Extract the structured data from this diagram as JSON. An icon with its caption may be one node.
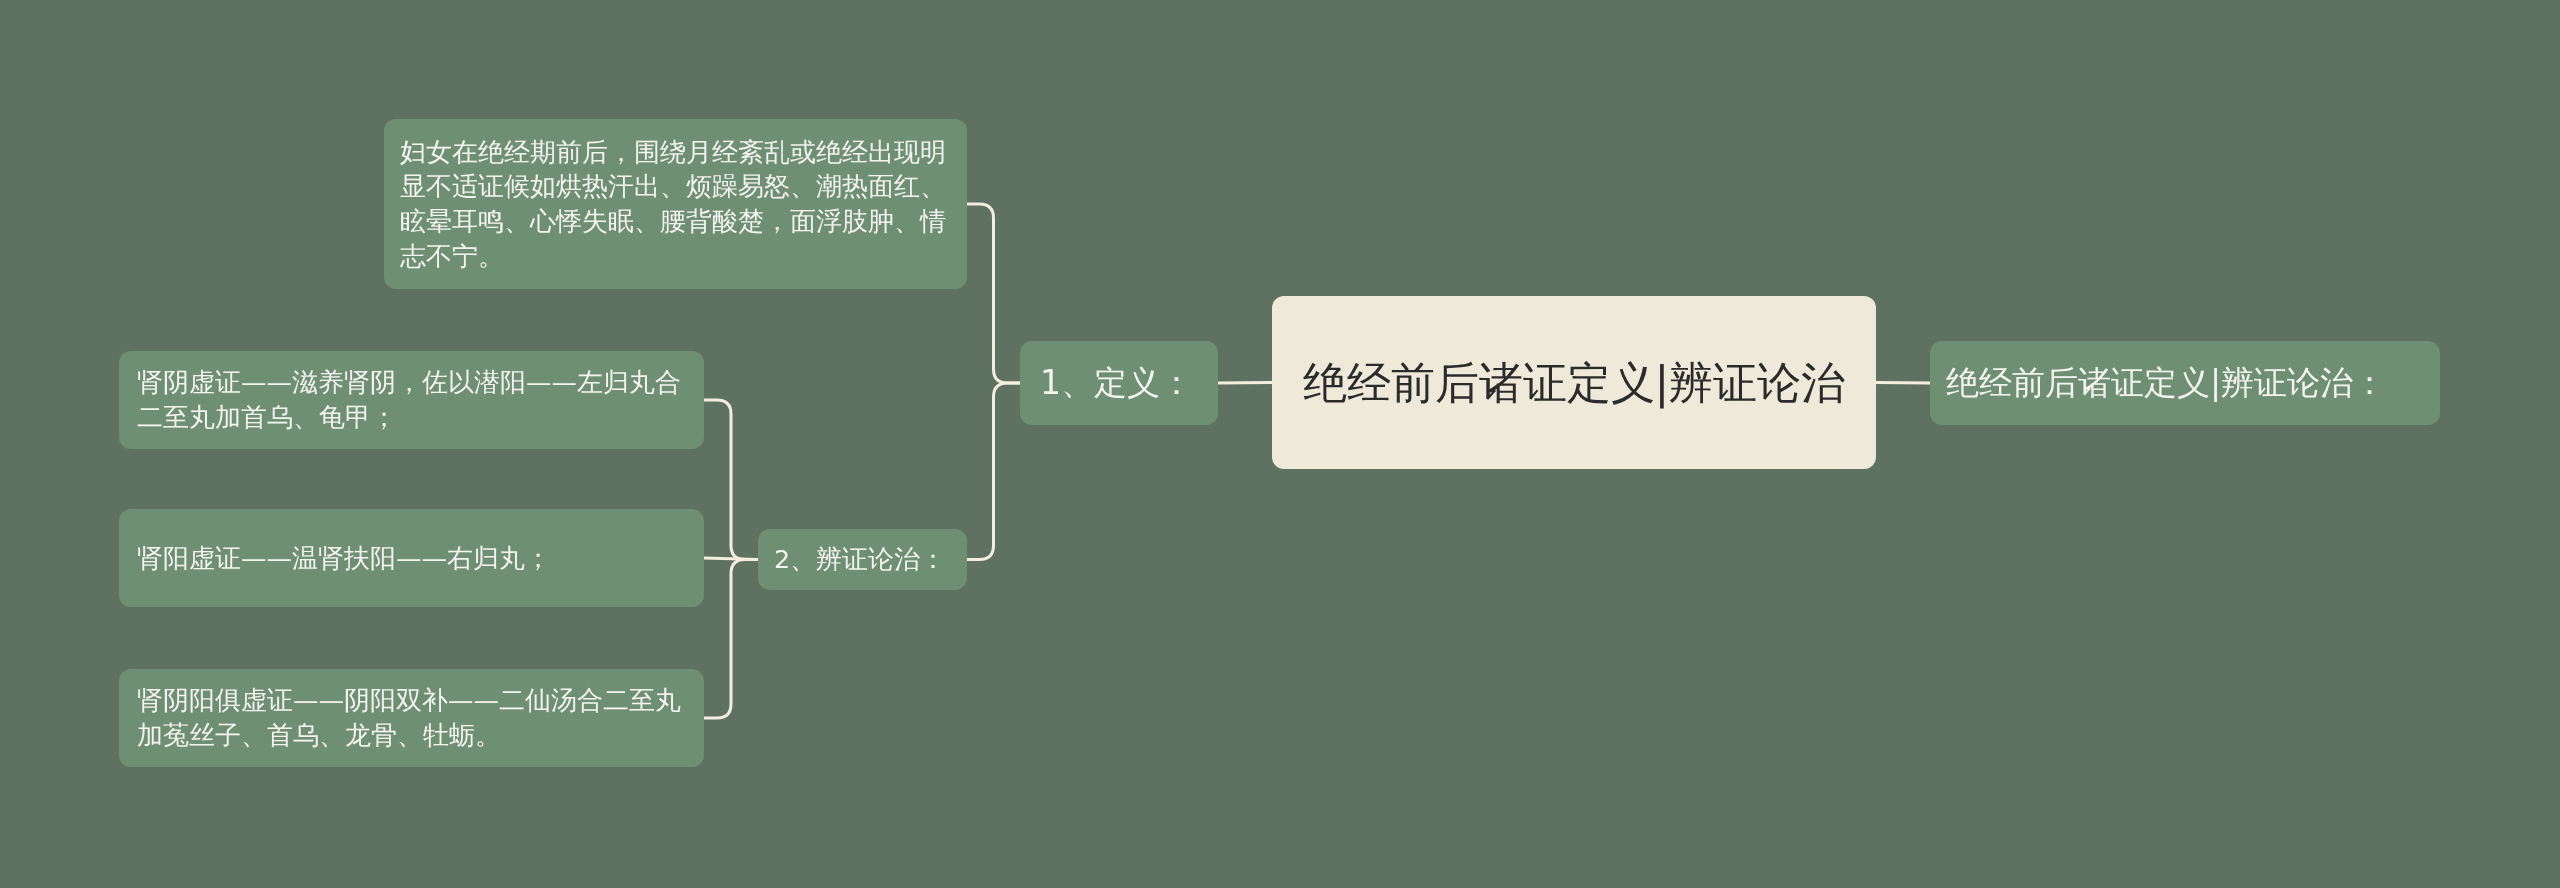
{
  "diagram": {
    "nodes": [
      {
        "text": [
          "绝经前后诸证定义|辨证论治"
        ]
      },
      {
        "text": [
          "绝经前后诸证定义|辨证论治："
        ]
      },
      {
        "text": [
          "1、定义："
        ]
      },
      {
        "text": [
          "妇女在绝经期前后，围绕月经紊乱或绝经出现明显不适证候如烘热汗出、烦躁易怒、潮热面红、眩晕耳鸣、心悸失眠、腰背酸楚，面浮肢肿、情志不宁。"
        ]
      },
      {
        "text": [
          "2、辨证论治："
        ]
      },
      {
        "text": [
          "肾阴虚证——滋养肾阴，佐以潜阳——左归丸合二至丸加首乌、龟甲；"
        ]
      },
      {
        "text": [
          "肾阳虚证——温肾扶阳——右归丸；"
        ]
      },
      {
        "text": [
          "肾阴阳俱虚证——阴阳双补——二仙汤合二至丸加菟丝子、首乌、龙骨、牡蛎。"
        ]
      }
    ],
    "edges": [
      {
        "from": 0,
        "to": 1,
        "arrow": "none"
      },
      {
        "from": 0,
        "to": 2,
        "arrow": "none"
      },
      {
        "from": 2,
        "to": 3,
        "arrow": "none"
      },
      {
        "from": 2,
        "to": 4,
        "arrow": "none"
      },
      {
        "from": 4,
        "to": 5,
        "arrow": "none"
      },
      {
        "from": 4,
        "to": 6,
        "arrow": "none"
      },
      {
        "from": 4,
        "to": 7,
        "arrow": "none"
      }
    ]
  }
}
